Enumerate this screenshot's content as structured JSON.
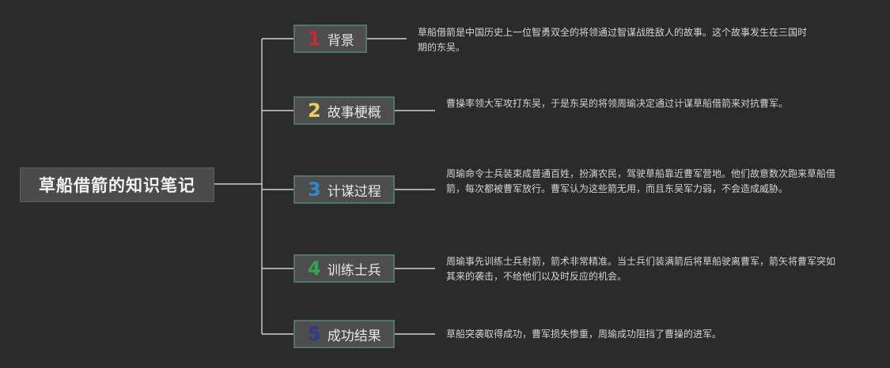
{
  "root": {
    "title": "草船借箭的知识笔记"
  },
  "branches": [
    {
      "number": "1",
      "title": "背景",
      "color": "#c82838",
      "description": "草船借箭是中国历史上一位智勇双全的将领通过智谋战胜敌人的故事。这个故事发生在三国时期的东吴。"
    },
    {
      "number": "2",
      "title": "故事梗概",
      "color": "#e6cf5a",
      "description": "曹操率领大军攻打东吴，于是东吴的将领周瑜决定通过计谋草船借箭来对抗曹军。"
    },
    {
      "number": "3",
      "title": "计谋过程",
      "color": "#2a8ad2",
      "description": "周瑜命令士兵装束成普通百姓，扮演农民，驾驶草船靠近曹军营地。他们故意数次跑来草船借箭，每次都被曹军放行。曹军认为这些箭无用，而且东吴军力弱，不会造成威胁。"
    },
    {
      "number": "4",
      "title": "训练士兵",
      "color": "#2ea84a",
      "description": "周瑜事先训练士兵射箭，箭术非常精准。当士兵们装满箭后将草船驶离曹军，箭矢将曹军突如其来的袭击，不给他们以及时反应的机会。"
    },
    {
      "number": "5",
      "title": "成功结果",
      "color": "#2e3a8c",
      "description": "草船突袭取得成功，曹军损失惨重，周瑜成功阻挡了曹操的进军。"
    }
  ],
  "colors": {
    "background": "#2b2b2b",
    "connector": "#cfcfcf",
    "branch_border": "#4f7567"
  }
}
